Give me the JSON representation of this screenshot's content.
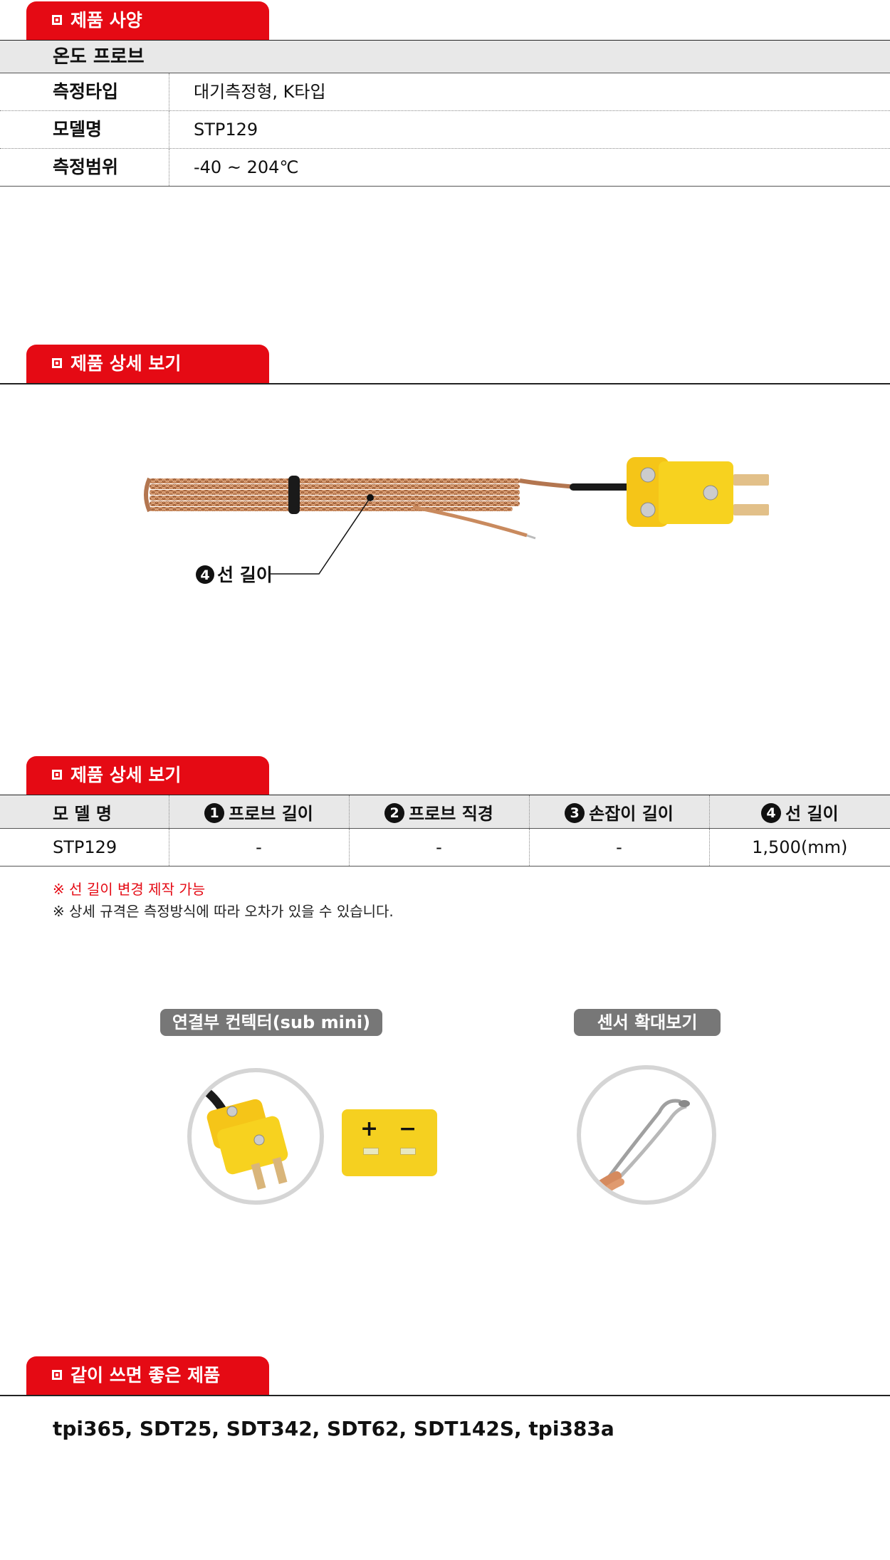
{
  "sections": {
    "spec_title": "제품 사양",
    "detail_title": "제품 상세 보기",
    "detail_title2": "제품 상세 보기",
    "related_title": "같이 쓰면 좋은 제품"
  },
  "spec": {
    "header": "온도 프로브",
    "rows": [
      {
        "label": "측정타입",
        "value": "대기측정형, K타입"
      },
      {
        "label": "모델명",
        "value": "STP129"
      },
      {
        "label": "측정범위",
        "value": "-40 ~ 204℃"
      }
    ]
  },
  "diagram": {
    "callout_num": "4",
    "callout_label": "선 길이"
  },
  "detail_table": {
    "headers": [
      "모 델 명",
      "프로브 길이",
      "프로브 직경",
      "손잡이 길이",
      "선 길이"
    ],
    "header_nums": [
      "",
      "1",
      "2",
      "3",
      "4"
    ],
    "row": [
      "STP129",
      "-",
      "-",
      "-",
      "1,500(mm)"
    ]
  },
  "notes": {
    "red": "※ 선 길이 변경 제작 가능",
    "normal": "※ 상세 규격은 측정방식에 따라 오차가 있을 수 있습니다."
  },
  "connector": {
    "label": "연결부 컨텍터(sub mini)",
    "plus": "+",
    "minus": "−"
  },
  "sensor": {
    "label": "센서 확대보기"
  },
  "related": {
    "products": "tpi365, SDT25, SDT342, SDT62, SDT142S, tpi383a"
  },
  "colors": {
    "accent": "#e50a14",
    "connector_yellow": "#f5d020",
    "pill_gray": "#777777"
  }
}
